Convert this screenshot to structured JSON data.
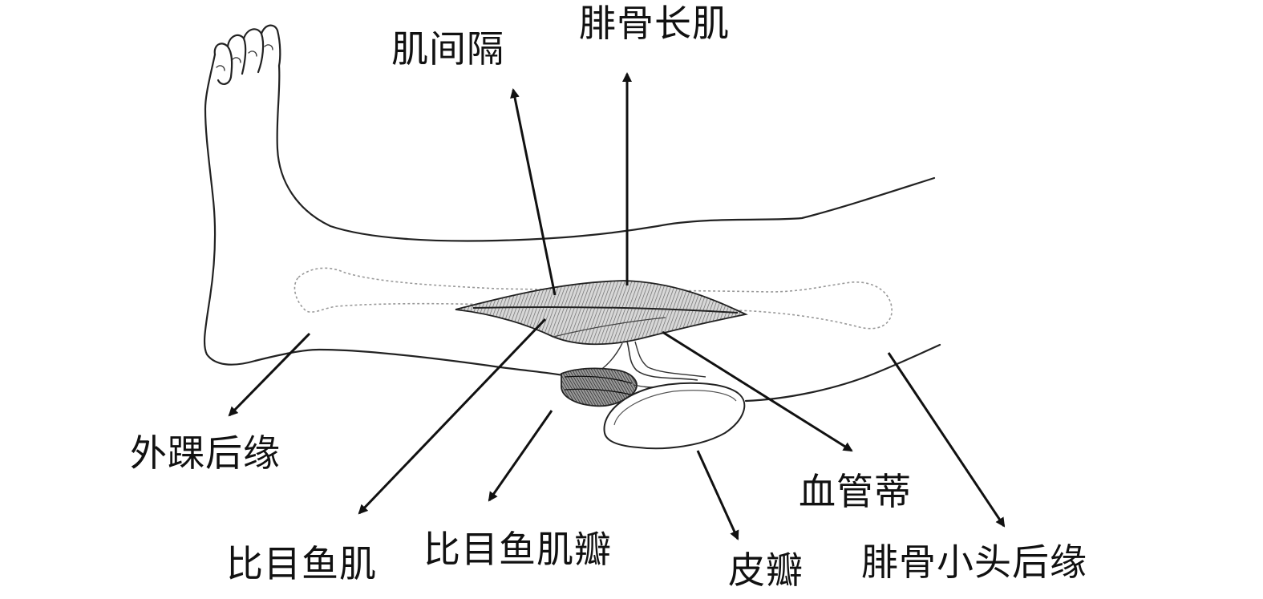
{
  "labels": {
    "intermuscular_septum": "肌间隔",
    "peroneus_longus": "腓骨长肌",
    "lateral_malleolus_posterior_edge": "外踝后缘",
    "soleus": "比目鱼肌",
    "soleus_flap": "比目鱼肌瓣",
    "skin_flap": "皮瓣",
    "vascular_pedicle": "血管蒂",
    "fibular_head_posterior_edge": "腓骨小头后缘"
  },
  "colors": {
    "line": "#111111",
    "muscle_fill": "#9a9a9a",
    "bone_outline": "#999999",
    "background": "#ffffff"
  }
}
